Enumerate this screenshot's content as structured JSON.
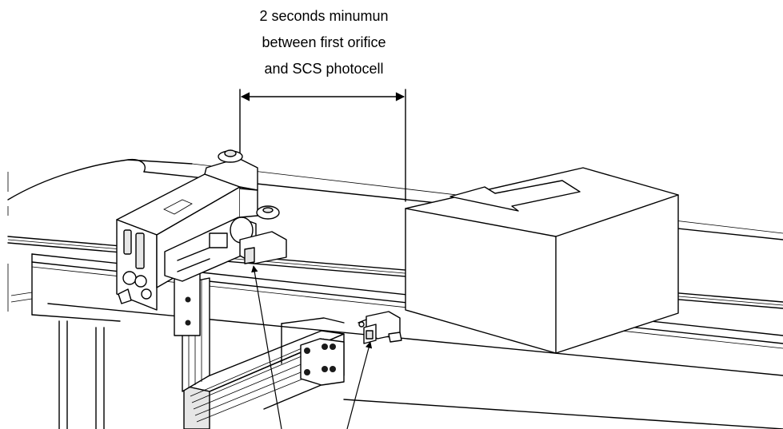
{
  "annotation": {
    "lines": [
      "2 seconds minumun",
      "between first orifice",
      "and SCS photocell"
    ]
  },
  "parts": {
    "printhead": "printhead-with-orifice",
    "photocell": "scs-photocell",
    "product": "box-product",
    "direction": "arrow-left-icon"
  },
  "colors": {
    "ink": "#000000",
    "background": "#ffffff"
  }
}
